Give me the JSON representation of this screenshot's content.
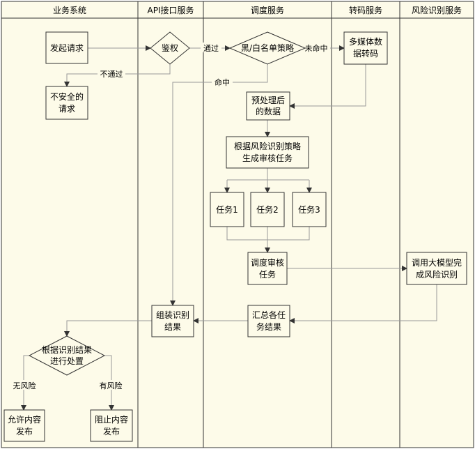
{
  "lanes": [
    {
      "id": "lane-business",
      "title": "业务系统"
    },
    {
      "id": "lane-api",
      "title": "API接口服务"
    },
    {
      "id": "lane-dispatch",
      "title": "调度服务"
    },
    {
      "id": "lane-transcode",
      "title": "转码服务"
    },
    {
      "id": "lane-risk",
      "title": "风险识别服务"
    }
  ],
  "nodes": {
    "start_request": {
      "line1": "发起请求",
      "line2": ""
    },
    "auth": {
      "line1": "鉴权"
    },
    "blackwhite": {
      "line1": "黑/白名单策略"
    },
    "transcode": {
      "line1": "多媒体数",
      "line2": "据转码"
    },
    "unsafe": {
      "line1": "不安全的",
      "line2": "请求"
    },
    "preprocessed": {
      "line1": "预处理后",
      "line2": "的数据"
    },
    "gen_tasks": {
      "line1": "根据风险识别策略",
      "line2": "生成审核任务"
    },
    "task1": {
      "line1": "任务1"
    },
    "task2": {
      "line1": "任务2"
    },
    "task3": {
      "line1": "任务3"
    },
    "dispatch_review": {
      "line1": "调度审核",
      "line2": "任务"
    },
    "llm_risk": {
      "line1": "调用大模型完",
      "line2": "成风险识别"
    },
    "aggregate": {
      "line1": "汇总各任",
      "line2": "务结果"
    },
    "assemble": {
      "line1": "组装识别",
      "line2": "结果"
    },
    "decide": {
      "line1": "根据识别结果",
      "line2": "进行处置"
    },
    "allow": {
      "line1": "允许内容",
      "line2": "发布"
    },
    "block": {
      "line1": "阻止内容",
      "line2": "发布"
    }
  },
  "edge_labels": {
    "pass": "通过",
    "fail": "不通过",
    "miss": "未命中",
    "hit": "命中",
    "no_risk": "无风险",
    "has_risk": "有风险"
  },
  "colors": {
    "lane_fill": "#fdfbe9",
    "border": "#333333",
    "edge": "#999999"
  }
}
